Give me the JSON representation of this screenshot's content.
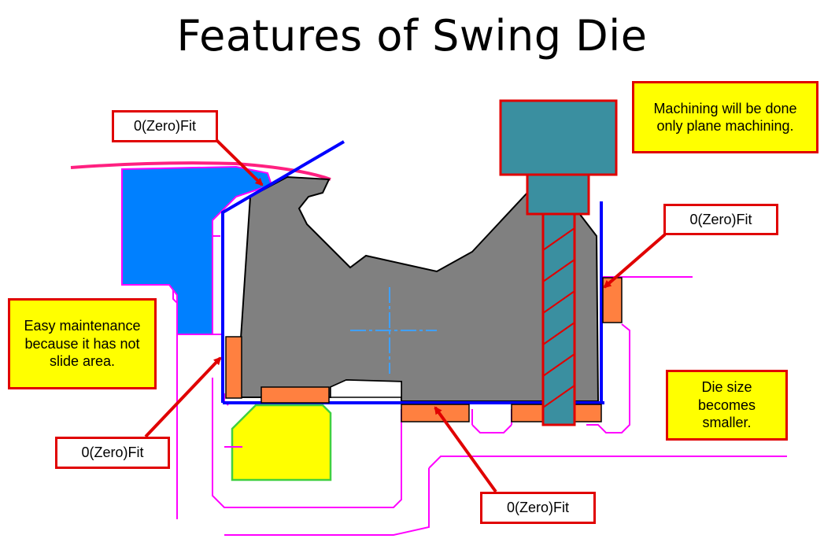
{
  "title": "Features of Swing Die",
  "labels": {
    "fit_top_left": "0(Zero)Fit",
    "fit_right": "0(Zero)Fit",
    "fit_bottom_left": "0(Zero)Fit",
    "fit_bottom_center": "0(Zero)Fit"
  },
  "notes": {
    "machining": "Machining will be done only plane machining.",
    "maintenance": "Easy maintenance because it has not slide area.",
    "die_size": "Die size becomes smaller."
  },
  "colors": {
    "callout_border": "#e00000",
    "note_fill": "#ffff00",
    "die_body": "#808080",
    "blue_part": "#0080ff",
    "tool": "#3a8fa0",
    "shim": "#ff8040",
    "outline": "#ff00ff",
    "frame": "#0000ff",
    "green_block": "#ffff00",
    "green_outline": "#40d040",
    "center_mark": "#40a0ff"
  }
}
